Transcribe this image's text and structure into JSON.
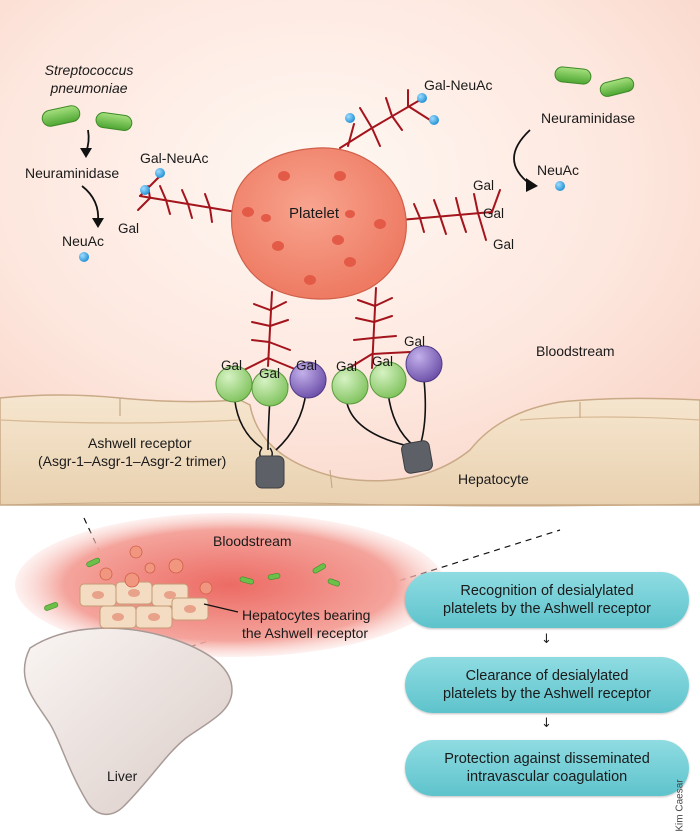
{
  "labels": {
    "organism_line1": "Streptococcus",
    "organism_line2": "pneumoniae",
    "neuraminidase_left": "Neuraminidase",
    "neuac_left": "NeuAc",
    "gal_neuac_left": "Gal-NeuAc",
    "gal_left": "Gal",
    "gal_neuac_top": "Gal-NeuAc",
    "neuraminidase_right": "Neuraminidase",
    "neuac_right": "NeuAc",
    "platelet": "Platelet",
    "gal_right_1": "Gal",
    "gal_right_2": "Gal",
    "gal_right_3": "Gal",
    "receptor_gal": [
      "Gal",
      "Gal",
      "Gal",
      "Gal",
      "Gal",
      "Gal"
    ],
    "bloodstream_top": "Bloodstream",
    "receptor_line1": "Ashwell receptor",
    "receptor_line2": "(Asgr-1–Asgr-1–Asgr-2 trimer)",
    "hepatocyte": "Hepatocyte",
    "bloodstream_bottom": "Bloodstream",
    "hepatocytes_line1": "Hepatocytes bearing",
    "hepatocytes_line2": "the Ashwell receptor",
    "liver": "Liver"
  },
  "steps": [
    {
      "line1": "Recognition of desialylated",
      "line2": "platelets by the Ashwell receptor"
    },
    {
      "line1": "Clearance of desialylated",
      "line2": "platelets by the Ashwell receptor"
    },
    {
      "line1": "Protection against disseminated",
      "line2": "intravascular coagulation"
    }
  ],
  "step_arrow": "↓",
  "credit": "Kim Caesar",
  "colors": {
    "background_top": "#fdeee6",
    "platelet": "#f38d78",
    "platelet_dot": "#e0604c",
    "glycan": "#a4141c",
    "sialic_acid": "#2f9fdf",
    "bacteria": "#6cc04a",
    "gal_green": "#a5d98a",
    "gal_purple": "#8a6cc0",
    "receptor_base": "#5d6066",
    "hepatocyte": "#f0dcc0",
    "liver": "#efe6e2",
    "box": "#7fd4da"
  }
}
